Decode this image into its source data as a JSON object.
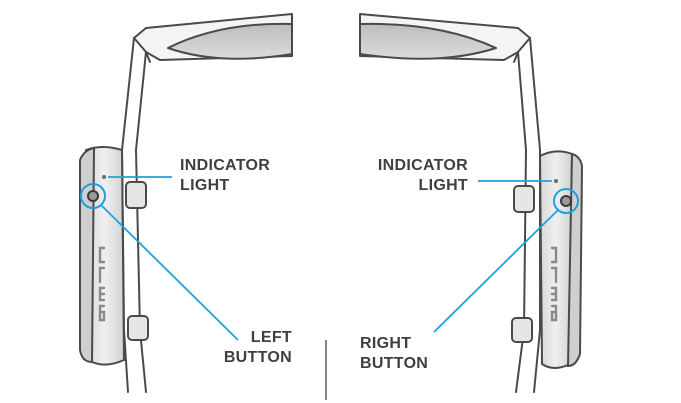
{
  "labels": {
    "left_indicator": [
      "INDICATOR",
      "LIGHT"
    ],
    "left_button": [
      "LEFT",
      "BUTTON"
    ],
    "right_indicator": [
      "INDICATOR",
      "LIGHT"
    ],
    "right_button": [
      "RIGHT",
      "BUTTON"
    ]
  },
  "colors": {
    "callout": "#1aa3d9",
    "outline": "#4a4a4a",
    "pod_fill": "#e4e4e4",
    "lens_fill": "#cfcfcf",
    "label_text": "#3f3f41"
  },
  "icons": {
    "brand_logo": "jlab-logo"
  }
}
